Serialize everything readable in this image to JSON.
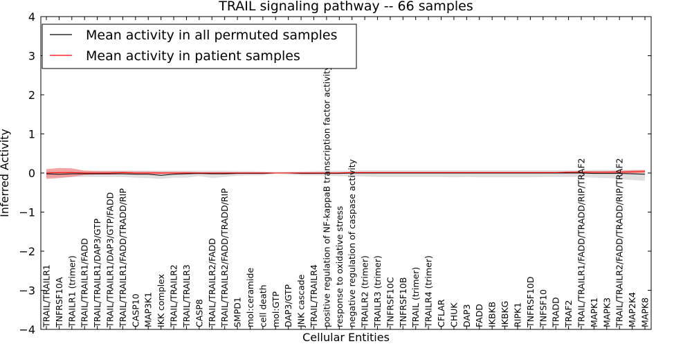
{
  "chart_data": {
    "type": "line",
    "title": "TRAIL signaling pathway -- 66 samples",
    "xlabel": "Cellular Entities",
    "ylabel": "Inferred Activity",
    "ylim": [
      -4,
      4
    ],
    "yticks": [
      -4,
      -3,
      -2,
      -1,
      0,
      1,
      2,
      3,
      4
    ],
    "ytick_labels": [
      "−4",
      "−3",
      "−2",
      "−1",
      "0",
      "1",
      "2",
      "3",
      "4"
    ],
    "grid": false,
    "legend_position": "top-left",
    "categories": [
      "TRAIL/TRAILR1",
      "TNFRSF10A",
      "TRAILR1 (trimer)",
      "TRAIL/TRAILR1/FADD",
      "TRAIL/TRAILR1/DAP3/GTP",
      "TRAIL/TRAILR1/DAP3/GTP/FADD",
      "TRAIL/TRAILR1/FADD/TRADD/RIP",
      "CASP10",
      "MAP3K1",
      "IKK complex",
      "TRAIL/TRAILR2",
      "TRAIL/TRAILR3",
      "CASP8",
      "TRAIL/TRAILR2/FADD",
      "TRAIL/TRAILR2/FADD/TRADD/RIP",
      "SMPD1",
      "mol:ceramide",
      "cell death",
      "mol:GTP",
      "DAP3/GTP",
      "JNK cascade",
      "TRAIL/TRAILR4",
      "positive regulation of NF-kappaB transcription factor activity",
      "response to oxidative stress",
      "negative regulation of caspase activity",
      "TRAILR2 (trimer)",
      "TRAILR3 (trimer)",
      "TNFRSF10C",
      "TNFRSF10B",
      "TRAIL (trimer)",
      "TRAILR4 (trimer)",
      "CFLAR",
      "CHUK",
      "DAP3",
      "FADD",
      "IKBKB",
      "IKBKG",
      "RIPK1",
      "TNFRSF10D",
      "TNFSF10",
      "TRADD",
      "TRAF2",
      "TRAIL/TRAILR1/FADD/TRADD/RIP/TRAF2",
      "MAPK1",
      "MAPK3",
      "TRAIL/TRAILR2/FADD/TRADD/RIP/TRAF2",
      "MAP2K4",
      "MAPK8"
    ],
    "series": [
      {
        "name": "Mean activity in all permuted samples",
        "color": "#000000",
        "values": [
          -0.02,
          -0.03,
          -0.02,
          -0.02,
          -0.02,
          -0.02,
          -0.02,
          -0.03,
          -0.03,
          -0.06,
          -0.03,
          -0.02,
          -0.01,
          -0.02,
          -0.02,
          -0.01,
          -0.01,
          -0.01,
          0.0,
          0.0,
          -0.01,
          -0.01,
          -0.01,
          -0.01,
          0.0,
          0.0,
          0.0,
          0.0,
          0.0,
          0.0,
          0.0,
          0.0,
          0.0,
          0.0,
          0.0,
          0.0,
          0.0,
          0.0,
          0.0,
          0.0,
          0.0,
          0.0,
          0.0,
          -0.01,
          -0.01,
          -0.01,
          -0.02,
          -0.03
        ],
        "lower": [
          -0.1,
          -0.1,
          -0.1,
          -0.1,
          -0.1,
          -0.1,
          -0.1,
          -0.12,
          -0.13,
          -0.15,
          -0.12,
          -0.12,
          -0.08,
          -0.13,
          -0.1,
          -0.07,
          -0.06,
          -0.06,
          -0.02,
          -0.04,
          -0.06,
          -0.06,
          -0.07,
          -0.08,
          -0.08,
          -0.09,
          -0.1,
          -0.1,
          -0.1,
          -0.1,
          -0.1,
          -0.1,
          -0.11,
          -0.1,
          -0.11,
          -0.11,
          -0.11,
          -0.11,
          -0.11,
          -0.1,
          -0.1,
          -0.1,
          -0.1,
          -0.12,
          -0.13,
          -0.15,
          -0.18,
          -0.2
        ],
        "upper": [
          0.06,
          0.05,
          0.06,
          0.06,
          0.06,
          0.06,
          0.06,
          0.06,
          0.06,
          0.06,
          0.06,
          0.06,
          0.06,
          0.06,
          0.06,
          0.05,
          0.05,
          0.04,
          0.03,
          0.03,
          0.04,
          0.05,
          0.06,
          0.06,
          0.06,
          0.07,
          0.07,
          0.07,
          0.07,
          0.07,
          0.07,
          0.07,
          0.07,
          0.07,
          0.07,
          0.07,
          0.07,
          0.07,
          0.07,
          0.07,
          0.07,
          0.07,
          0.07,
          0.08,
          0.08,
          0.08,
          0.08,
          0.08
        ]
      },
      {
        "name": "Mean activity in patient samples",
        "color": "#ff0000",
        "band_color": "#f08080",
        "values": [
          0.0,
          0.01,
          0.01,
          0.0,
          0.0,
          0.0,
          0.01,
          0.0,
          0.0,
          0.0,
          0.0,
          0.0,
          0.0,
          0.0,
          0.0,
          0.0,
          0.0,
          0.0,
          0.0,
          0.0,
          0.0,
          0.0,
          0.0,
          0.0,
          0.01,
          0.01,
          0.01,
          0.01,
          0.01,
          0.01,
          0.01,
          0.01,
          0.01,
          0.01,
          0.01,
          0.01,
          0.01,
          0.01,
          0.01,
          0.01,
          0.01,
          0.02,
          0.02,
          0.02,
          0.02,
          0.02,
          0.03,
          0.04
        ],
        "lower": [
          -0.15,
          -0.13,
          -0.1,
          -0.05,
          -0.04,
          -0.04,
          -0.03,
          -0.03,
          -0.03,
          -0.03,
          -0.02,
          -0.02,
          -0.01,
          -0.02,
          -0.02,
          -0.01,
          -0.01,
          -0.01,
          0.0,
          -0.01,
          -0.01,
          -0.01,
          -0.01,
          -0.01,
          -0.01,
          -0.01,
          -0.01,
          -0.01,
          -0.01,
          -0.01,
          -0.01,
          -0.01,
          -0.01,
          -0.01,
          -0.01,
          -0.01,
          -0.01,
          -0.01,
          -0.01,
          -0.01,
          -0.01,
          -0.01,
          -0.01,
          -0.01,
          -0.01,
          -0.01,
          -0.01,
          0.0
        ],
        "upper": [
          0.1,
          0.13,
          0.12,
          0.06,
          0.05,
          0.05,
          0.05,
          0.04,
          0.04,
          0.03,
          0.03,
          0.03,
          0.02,
          0.02,
          0.02,
          0.02,
          0.02,
          0.02,
          0.01,
          0.02,
          0.02,
          0.02,
          0.02,
          0.02,
          0.03,
          0.03,
          0.03,
          0.03,
          0.03,
          0.03,
          0.03,
          0.03,
          0.03,
          0.03,
          0.03,
          0.03,
          0.03,
          0.03,
          0.03,
          0.03,
          0.03,
          0.04,
          0.05,
          0.05,
          0.05,
          0.06,
          0.07,
          0.08
        ]
      }
    ]
  }
}
